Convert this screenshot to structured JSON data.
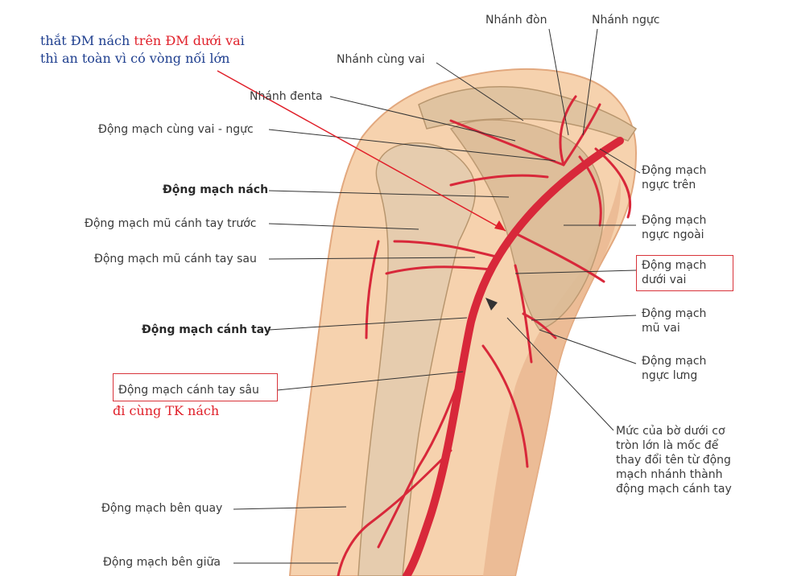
{
  "note": {
    "line1_blue": "thắt ĐM nách ",
    "line1_red": "trên ĐM dưới va",
    "line1_blue_end": "i",
    "line2": "thì an toàn vì có vòng nối lớn"
  },
  "labels": {
    "nhanh_don": "Nhánh đòn",
    "nhanh_nguc": "Nhánh ngực",
    "nhanh_cung_vai": "Nhánh cùng vai",
    "nhanh_denta": "Nhánh đenta",
    "dm_cung_vai_nguc": "Động mạch cùng vai - ngực",
    "dm_nach": "Động mạch nách",
    "dm_mu_canh_tay_truoc": "Động mạch mũ cánh tay trước",
    "dm_mu_canh_tay_sau": "Động mạch mũ cánh tay sau",
    "dm_canh_tay": "Động mạch cánh tay",
    "dm_canh_tay_sau": "Động mạch cánh tay sâu",
    "di_cung_tk_nach": "đi cùng TK nách",
    "dm_ben_quay": "Động mạch bên quay",
    "dm_ben_giua": "Động mạch bên giữa",
    "dm_nguc_tren_1": "Động mạch",
    "dm_nguc_tren_2": "ngực trên",
    "dm_nguc_ngoai_1": "Động mạch",
    "dm_nguc_ngoai_2": "ngực ngoài",
    "dm_duoi_vai_1": "Động mạch",
    "dm_duoi_vai_2": "dưới vai",
    "dm_mu_vai_1": "Động mạch",
    "dm_mu_vai_2": "mũ vai",
    "dm_nguc_lung_1": "Động mạch",
    "dm_nguc_lung_2": "ngực lưng",
    "muc_1": "Mức của bờ dưới cơ",
    "muc_2": "tròn lớn là mốc để",
    "muc_3": "thay đổi tên từ động",
    "muc_4": "mạch nhánh thành",
    "muc_5": "động mạch cánh tay"
  },
  "colors": {
    "skin": "#f6d2ae",
    "skin_shadow": "#e9b48a",
    "bone": "#e6ccae",
    "artery": "#d8283a",
    "leader": "#333333",
    "box": "#d8333a"
  }
}
